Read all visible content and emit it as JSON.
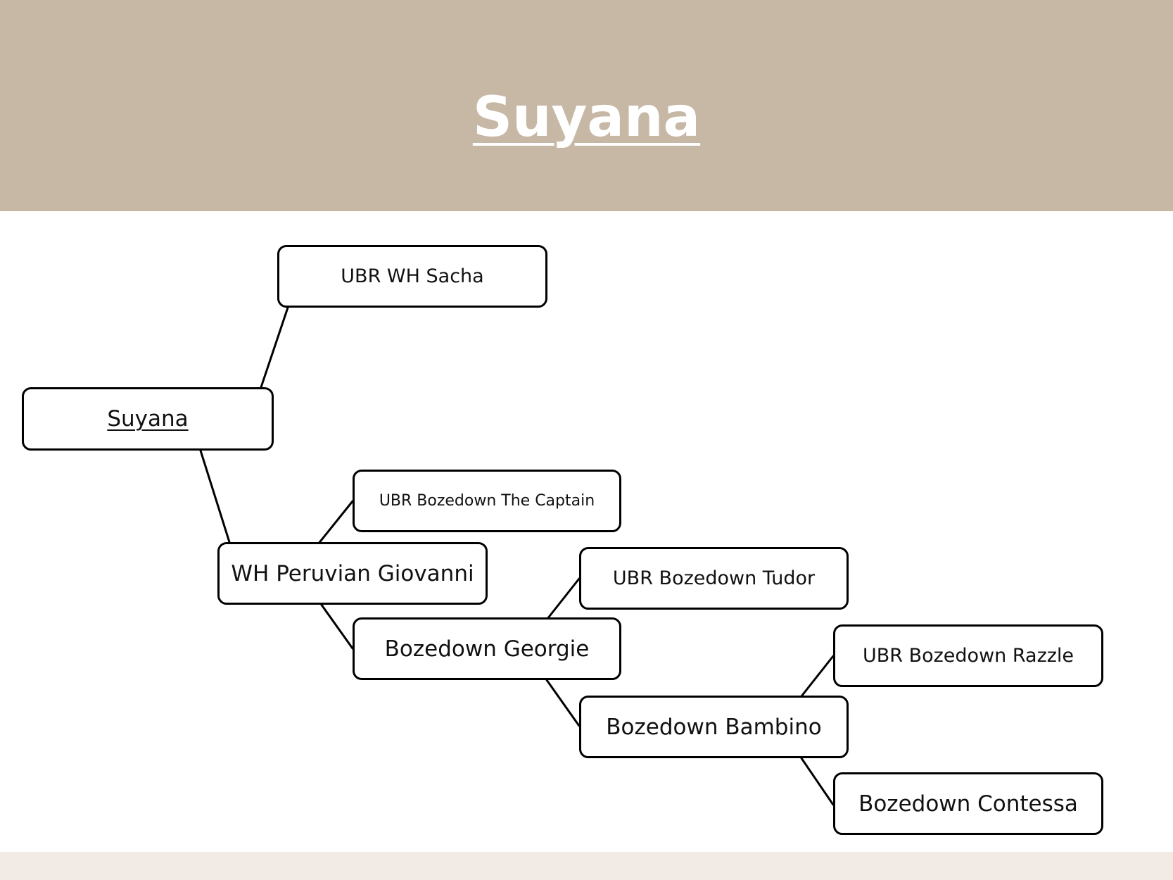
{
  "title": "Suyana",
  "nodes": {
    "root": "Suyana",
    "sire": "UBR WH Sacha",
    "dam": "WH Peruvian Giovanni",
    "dam_sire": "UBR Bozedown The Captain",
    "dam_dam": "Bozedown Georgie",
    "dam_dam_sire": "UBR Bozedown Tudor",
    "dam_dam_dam": "Bozedown Bambino",
    "dam_dam_dam_sire": "UBR Bozedown Razzle",
    "dam_dam_dam_dam": "Bozedown Contessa"
  },
  "colors": {
    "header": "#c7b8a6",
    "footer": "#f2ebe5"
  }
}
